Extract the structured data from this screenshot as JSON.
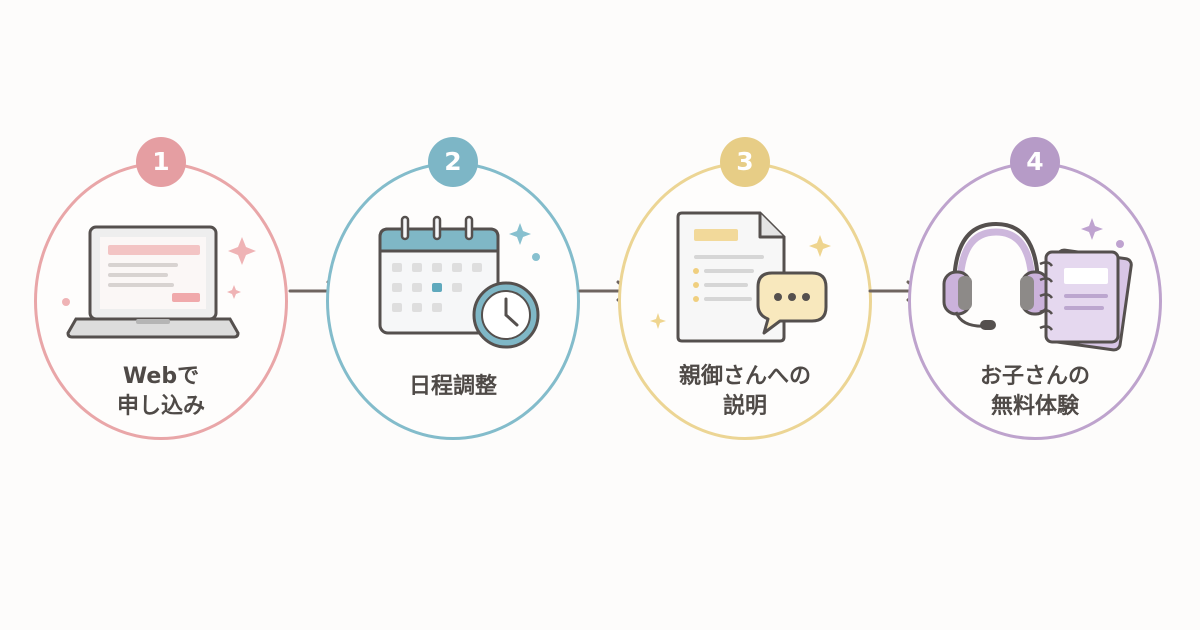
{
  "steps": [
    {
      "number": "1",
      "label": "Webで\n申し込み",
      "color": "#e7a0a4",
      "icon": "laptop-icon"
    },
    {
      "number": "2",
      "label": "日程調整",
      "color": "#7eb8c8",
      "icon": "calendar-clock-icon"
    },
    {
      "number": "3",
      "label": "親御さんへの\n説明",
      "color": "#e8cf8a",
      "icon": "document-chat-icon"
    },
    {
      "number": "4",
      "label": "お子さんの\n無料体験",
      "color": "#b79cc8",
      "icon": "headset-notebook-icon"
    }
  ],
  "colors": {
    "arrow": "#6f6560",
    "text": "#4f4a47",
    "background": "#fdfcfb"
  }
}
